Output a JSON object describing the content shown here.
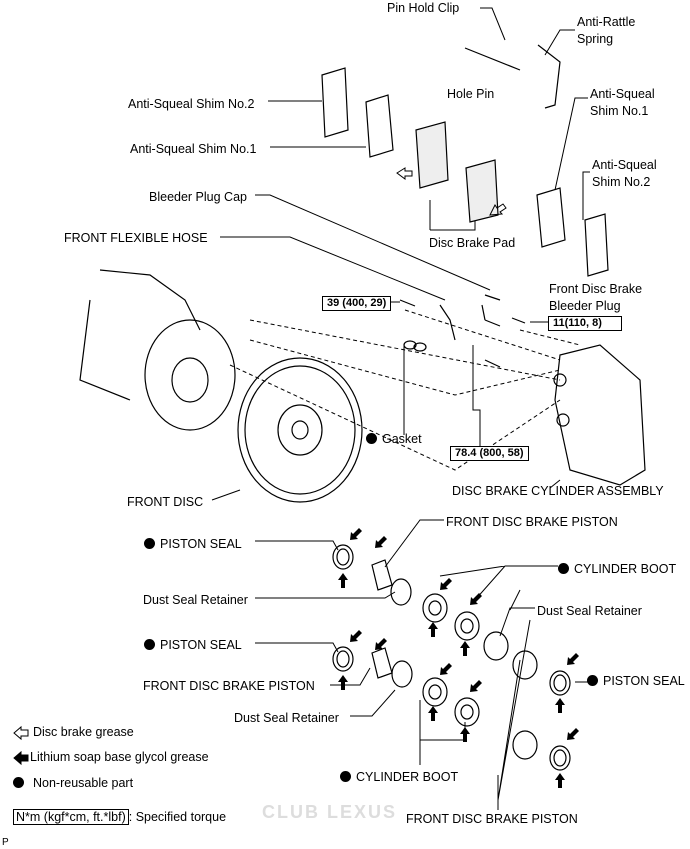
{
  "labels": {
    "pin_hold_clip": "Pin Hold Clip",
    "anti_rattle_spring_1": "Anti-Rattle",
    "anti_rattle_spring_2": "Spring",
    "hole_pin": "Hole Pin",
    "shim2_left": "Anti-Squeal Shim No.2",
    "shim1_left": "Anti-Squeal Shim No.1",
    "shim1_right_1": "Anti-Squeal",
    "shim1_right_2": "Shim No.1",
    "shim2_right_1": "Anti-Squeal",
    "shim2_right_2": "Shim No.2",
    "disc_brake_pad": "Disc Brake Pad",
    "bleeder_plug_cap": "Bleeder Plug Cap",
    "front_flexible_hose": "FRONT FLEXIBLE HOSE",
    "bleeder_plug_1": "Front Disc Brake",
    "bleeder_plug_2": "Bleeder Plug",
    "gasket": "Gasket",
    "front_disc": "FRONT DISC",
    "cylinder_assembly": "DISC BRAKE CYLINDER ASSEMBLY",
    "piston_top": "FRONT DISC BRAKE PISTON",
    "piston_seal_1": "PISTON SEAL",
    "cylinder_boot_top": "CYLINDER BOOT",
    "dust_seal_retainer_1": "Dust Seal Retainer",
    "dust_seal_retainer_right": "Dust Seal Retainer",
    "piston_seal_2": "PISTON SEAL",
    "piston_seal_right": "PISTON SEAL",
    "piston_mid": "FRONT DISC BRAKE PISTON",
    "dust_seal_retainer_2": "Dust Seal Retainer",
    "cylinder_boot_bottom": "CYLINDER BOOT",
    "piston_bottom": "FRONT DISC BRAKE PISTON"
  },
  "torques": {
    "hose_bolt": "39 (400, 29)",
    "bleeder": "11(110, 8)",
    "caliper_bolt": "78.4 (800, 58)"
  },
  "legend": {
    "disc_brake_grease": "Disc brake grease",
    "lithium_grease": "Lithium soap base glycol grease",
    "non_reusable": "Non-reusable part",
    "torque_unit": "N*m (kgf*cm, ft.*lbf)",
    "torque_desc": ": Specified torque"
  },
  "watermark": "CLUB LEXUS",
  "corner_mark": "P"
}
